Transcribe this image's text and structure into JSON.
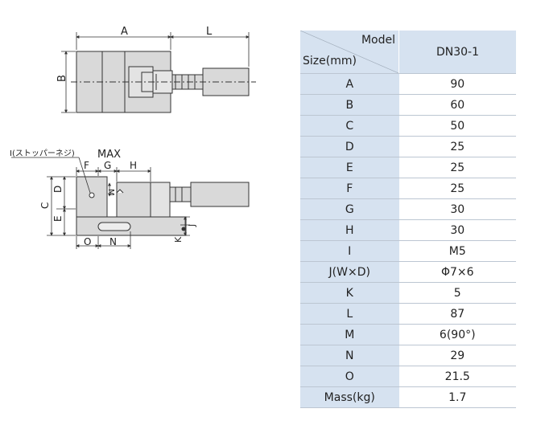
{
  "drawing": {
    "labels": {
      "A": "A",
      "L": "L",
      "B": "B",
      "stopper": "I(ストッパーネジ)",
      "max": "MAX",
      "F": "F",
      "G": "G",
      "H": "H",
      "M": "M",
      "C": "C",
      "D": "D",
      "E": "E",
      "K": "K",
      "J": "J",
      "O": "O",
      "N": "N"
    }
  },
  "table": {
    "header_model": "Model",
    "header_size": "Size(mm)",
    "model_name": "DN30-1",
    "rows": [
      {
        "label": "A",
        "value": "90"
      },
      {
        "label": "B",
        "value": "60"
      },
      {
        "label": "C",
        "value": "50"
      },
      {
        "label": "D",
        "value": "25"
      },
      {
        "label": "E",
        "value": "25"
      },
      {
        "label": "F",
        "value": "25"
      },
      {
        "label": "G",
        "value": "30"
      },
      {
        "label": "H",
        "value": "30"
      },
      {
        "label": "I",
        "value": "M5"
      },
      {
        "label": "J(W×D)",
        "value": "Φ7×6"
      },
      {
        "label": "K",
        "value": "5"
      },
      {
        "label": "L",
        "value": "87"
      },
      {
        "label": "M",
        "value": "6(90°)"
      },
      {
        "label": "N",
        "value": "29"
      },
      {
        "label": "O",
        "value": "21.5"
      },
      {
        "label": "Mass(kg)",
        "value": "1.7"
      }
    ]
  }
}
